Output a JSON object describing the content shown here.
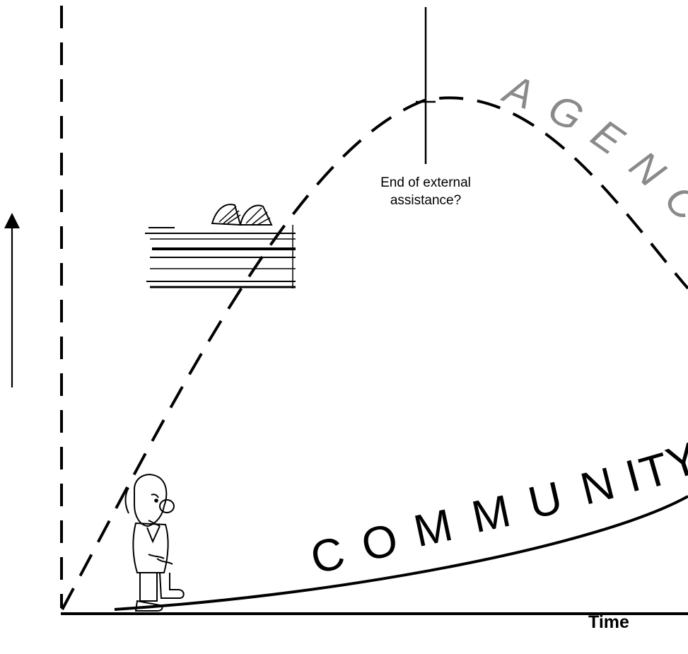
{
  "diagram": {
    "x_axis_label": "Time",
    "annotation_line1": "End of external",
    "annotation_line2": "assistance?",
    "agency_curve_label": "AGENCY",
    "community_curve_label": "COMMUNITY",
    "y_axis_arrow_label": "",
    "illustrations": [
      "elderly-man-cartoon",
      "agency-office-sketch"
    ],
    "stroke_color": "#000000"
  }
}
